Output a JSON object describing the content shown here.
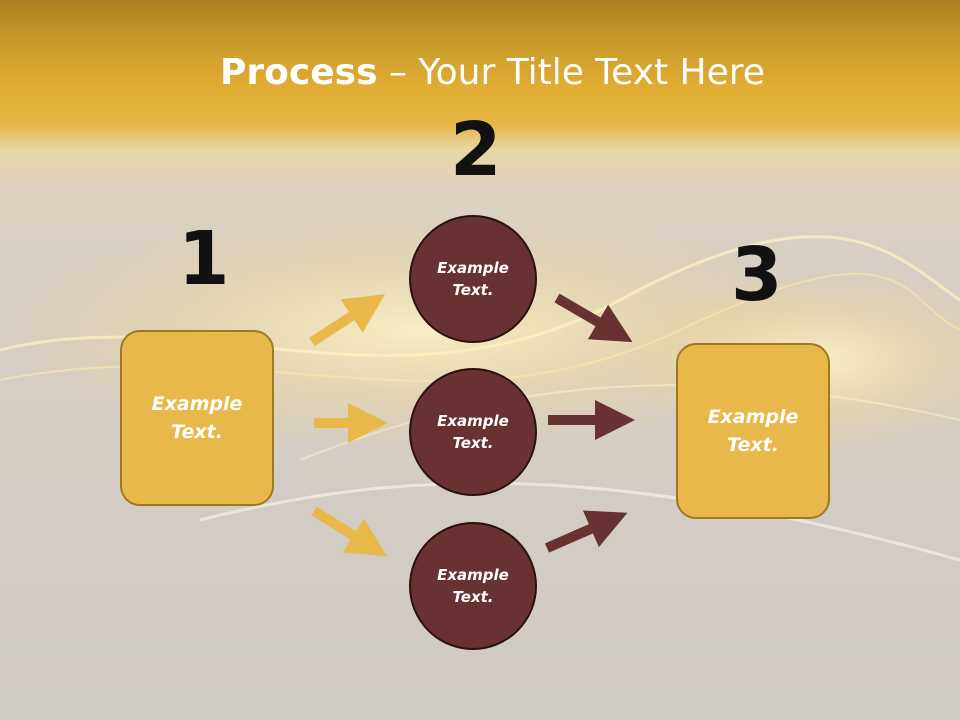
{
  "title": {
    "bold": "Process",
    "rest": " – Your Title Text Here"
  },
  "steps": {
    "one": "1",
    "two": "2",
    "three": "3"
  },
  "left_box": "Example Text.",
  "circles": [
    "Example Text.",
    "Example Text.",
    "Example Text."
  ],
  "right_box": "Example Text.",
  "colors": {
    "box_fill": "#e8b84a",
    "circle_fill": "#683232",
    "input_arrow": "#e8b84a",
    "output_arrow": "#683232"
  }
}
